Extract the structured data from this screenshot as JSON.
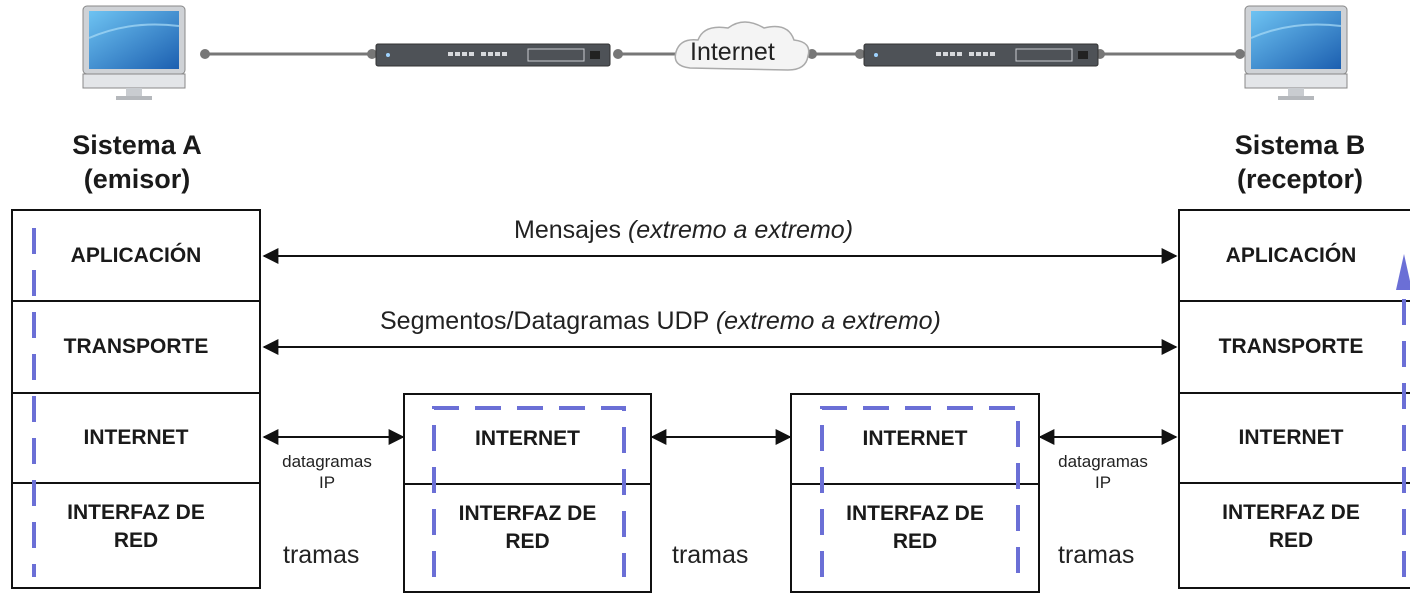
{
  "system_a": {
    "name": "Sistema A",
    "role": "(emisor)"
  },
  "system_b": {
    "name": "Sistema B",
    "role": "(receptor)"
  },
  "network": {
    "cloud_label": "Internet"
  },
  "layers": {
    "application": "APLICACIÓN",
    "transport": "TRANSPORTE",
    "internet": "INTERNET",
    "network_interface_1": "INTERFAZ DE",
    "network_interface_2": "RED"
  },
  "flows": {
    "messages": "Mensajes ",
    "messages_scope": "(extremo a extremo)",
    "segments": "Segmentos/Datagramas UDP ",
    "segments_scope": "(extremo a extremo)",
    "datagrams_1": "datagramas",
    "datagrams_2": "IP",
    "frames": "tramas"
  },
  "colors": {
    "dashed_path": "#6b6fd6",
    "line": "#111111",
    "device_cable": "#777777"
  }
}
